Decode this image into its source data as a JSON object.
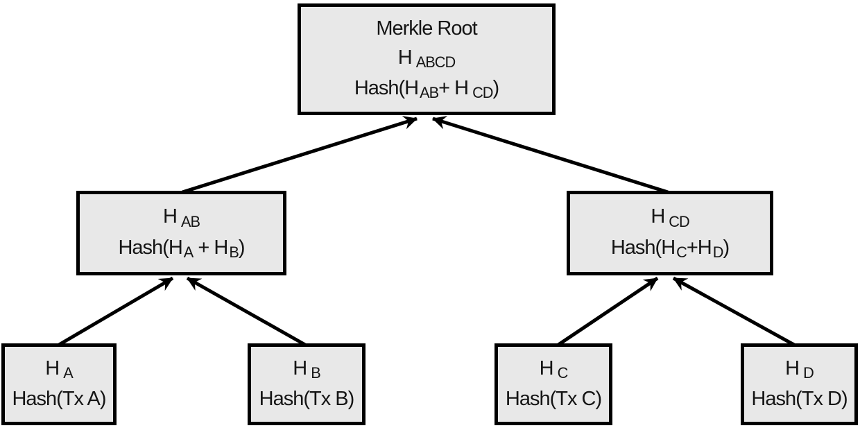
{
  "diagram": {
    "type": "merkle-tree",
    "colors": {
      "background": "#ffffff",
      "box_fill": "#e8e8e8",
      "box_border": "#000000",
      "text": "#151515",
      "arrow": "#000000"
    }
  },
  "nodes": {
    "root": {
      "title": "Merkle Root",
      "h": "H",
      "h_sub": "ABCD",
      "f1": "Hash(H",
      "f1_sub": "AB",
      "f2": "+ H",
      "f2_sub": "CD",
      "f3": ")"
    },
    "ab": {
      "h": "H",
      "h_sub": "AB",
      "f1": "Hash(H",
      "f1_sub": "A",
      "f2": " + H",
      "f2_sub": "B",
      "f3": ")"
    },
    "cd": {
      "h": "H",
      "h_sub": "CD",
      "f1": "Hash(H",
      "f1_sub": "C",
      "f2": "+H",
      "f2_sub": "D",
      "f3": ")"
    },
    "a": {
      "h": "H",
      "h_sub": "A",
      "f1": "Hash(Tx A)"
    },
    "b": {
      "h": "H",
      "h_sub": "B",
      "f1": "Hash(Tx B)"
    },
    "c": {
      "h": "H",
      "h_sub": "C",
      "f1": "Hash(Tx C)"
    },
    "d": {
      "h": "H",
      "h_sub": "D",
      "f1": "Hash(Tx D)"
    }
  },
  "edges": [
    {
      "from": "h-ab",
      "to": "merkle-root"
    },
    {
      "from": "h-cd",
      "to": "merkle-root"
    },
    {
      "from": "h-a",
      "to": "h-ab"
    },
    {
      "from": "h-b",
      "to": "h-ab"
    },
    {
      "from": "h-c",
      "to": "h-cd"
    },
    {
      "from": "h-d",
      "to": "h-cd"
    }
  ]
}
